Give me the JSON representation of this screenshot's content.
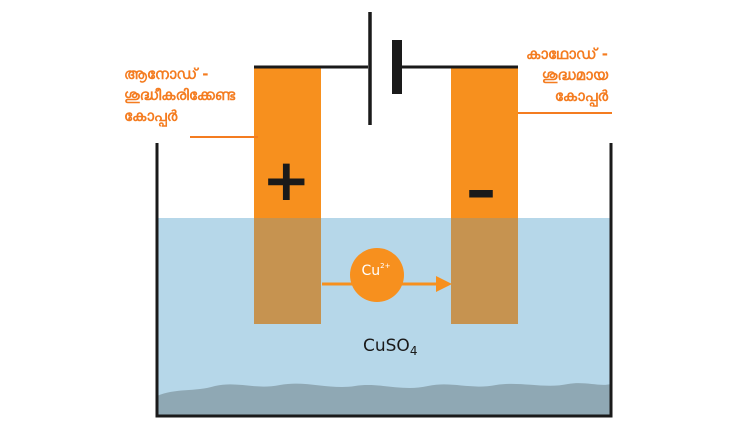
{
  "anode_label": {
    "line1": "ആനോഡ് -",
    "line2": "ശുദ്ധീകരിക്കേണ്ട",
    "line3": "കോപ്പർ"
  },
  "cathode_label": {
    "line1": "കാഥോഡ് -",
    "line2": "ശുദ്ധമായ",
    "line3": "കോപ്പർ"
  },
  "anode_sign": "+",
  "cathode_sign": "–",
  "ion": {
    "symbol": "Cu",
    "charge": "2+"
  },
  "electrolyte": {
    "formula": "CuSO",
    "subscript": "4"
  },
  "colors": {
    "electrode": "#f7901e",
    "submerged_electrode": "#c69350",
    "solution": "#b6d7e9",
    "sediment": "#8fa8b4",
    "label": "#f47c20",
    "wire": "#1a1a1a"
  }
}
